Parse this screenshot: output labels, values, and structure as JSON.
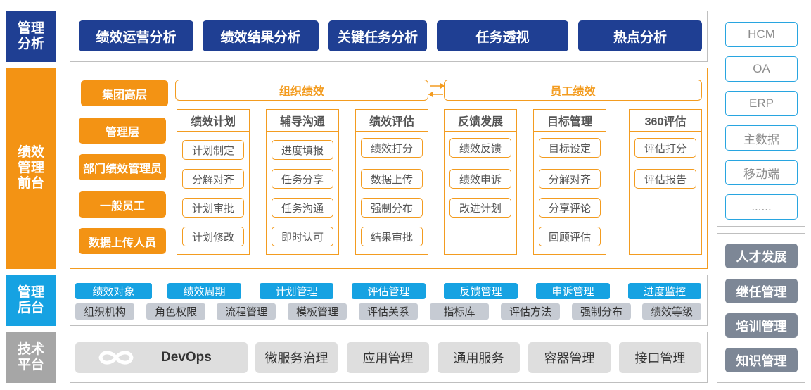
{
  "left_labels": {
    "analysis": "管理\n分析",
    "frontend": "绩效\n管理\n前台",
    "backend": "管理\n后台",
    "tech": "技术\n平台"
  },
  "analysis_buttons": [
    "绩效运营分析",
    "绩效结果分析",
    "关键任务分析",
    "任务透视",
    "热点分析"
  ],
  "roles": [
    "集团高层",
    "管理层",
    "部门绩效管理员",
    "一般员工",
    "数据上传人员"
  ],
  "banners": {
    "org": "组织绩效",
    "emp": "员工绩效"
  },
  "modules": [
    {
      "title": "绩效计划",
      "items": [
        "计划制定",
        "分解对齐",
        "计划审批",
        "计划修改"
      ]
    },
    {
      "title": "辅导沟通",
      "items": [
        "进度填报",
        "任务分享",
        "任务沟通",
        "即时认可"
      ]
    },
    {
      "title": "绩效评估",
      "items": [
        "绩效打分",
        "数据上传",
        "强制分布",
        "结果审批"
      ]
    },
    {
      "title": "反馈发展",
      "items": [
        "绩效反馈",
        "绩效申诉",
        "改进计划"
      ]
    },
    {
      "title": "目标管理",
      "items": [
        "目标设定",
        "分解对齐",
        "分享评论",
        "回顾评估"
      ]
    },
    {
      "title": "360评估",
      "items": [
        "评估打分",
        "评估报告"
      ]
    }
  ],
  "backend_row1": [
    "绩效对象",
    "绩效周期",
    "计划管理",
    "评估管理",
    "反馈管理",
    "申诉管理",
    "进度监控"
  ],
  "backend_row2": [
    "组织机构",
    "角色权限",
    "流程管理",
    "模板管理",
    "评估关系",
    "指标库",
    "评估方法",
    "强制分布",
    "绩效等级"
  ],
  "tech_items": {
    "devops": "DevOps",
    "others": [
      "微服务治理",
      "应用管理",
      "通用服务",
      "容器管理",
      "接口管理"
    ]
  },
  "systems": [
    "HCM",
    "OA",
    "ERP",
    "主数据",
    "移动端",
    "......"
  ],
  "talent": [
    "人才发展",
    "继任管理",
    "培训管理",
    "知识管理"
  ],
  "colors": {
    "navy": "#1f3f93",
    "orange": "#f39314",
    "blue": "#16a2e2",
    "gray": "#c6cbd3",
    "slate": "#7d8796",
    "tech_label": "#a6a6a6"
  }
}
